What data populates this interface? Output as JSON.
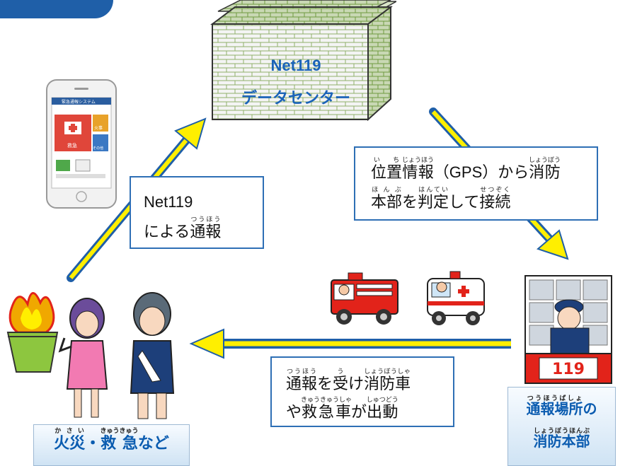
{
  "colors": {
    "accent_blue": "#1f5fa8",
    "arrow_yellow": "#ffef00",
    "label_blue": "#1a63b8"
  },
  "datacenter": {
    "line1": "Net119",
    "line2": "データセンター"
  },
  "callouts": {
    "report": {
      "line1": "Net119",
      "line2_pre": "による",
      "line2_kanji": "通報",
      "line2_ruby": "つうほう"
    },
    "gps": {
      "l1_k1": "位置",
      "l1_r1": "い ち",
      "l1_k2": "情報",
      "l1_r2": "じょうほう",
      "l1_t1": "（GPS）から",
      "l1_k3": "消防",
      "l1_r3": "しょうぼう",
      "l2_k1": "本部",
      "l2_r1": "ほ ん ぶ",
      "l2_t1": "を",
      "l2_k2": "判定",
      "l2_r2": "はんてい",
      "l2_t2": "して",
      "l2_k3": "接続",
      "l2_r3": "せつぞく"
    },
    "dispatch": {
      "l1_k1": "通報",
      "l1_r1": "つうほう",
      "l1_t1": "を",
      "l1_k2": "受",
      "l1_r2": "う",
      "l1_t2": "け",
      "l1_k3": "消防車",
      "l1_r3": "しょうぼうしゃ",
      "l2_t1": "や",
      "l2_k1": "救急車",
      "l2_r1": "きゅうきゅうしゃ",
      "l2_t2": "が",
      "l2_k2": "出動",
      "l2_r2": "しゅつどう"
    }
  },
  "signs": {
    "fire": {
      "k1": "火災",
      "r1": "か さ い",
      "sep": "・",
      "k2": "救 急",
      "r2": "きゅうきゅう",
      "t": "など"
    },
    "station": {
      "l1_k1": "通報場所",
      "l1_r1": "つうほうばしょ",
      "l1_t": "の",
      "l2_k1": "消防本部",
      "l2_r1": "しょうぼうほんぶ"
    }
  },
  "phone": {
    "app_title": "緊急通報システム",
    "tile1": "救急",
    "tile2": "火事",
    "tile3": "その他"
  },
  "station_board": "119"
}
